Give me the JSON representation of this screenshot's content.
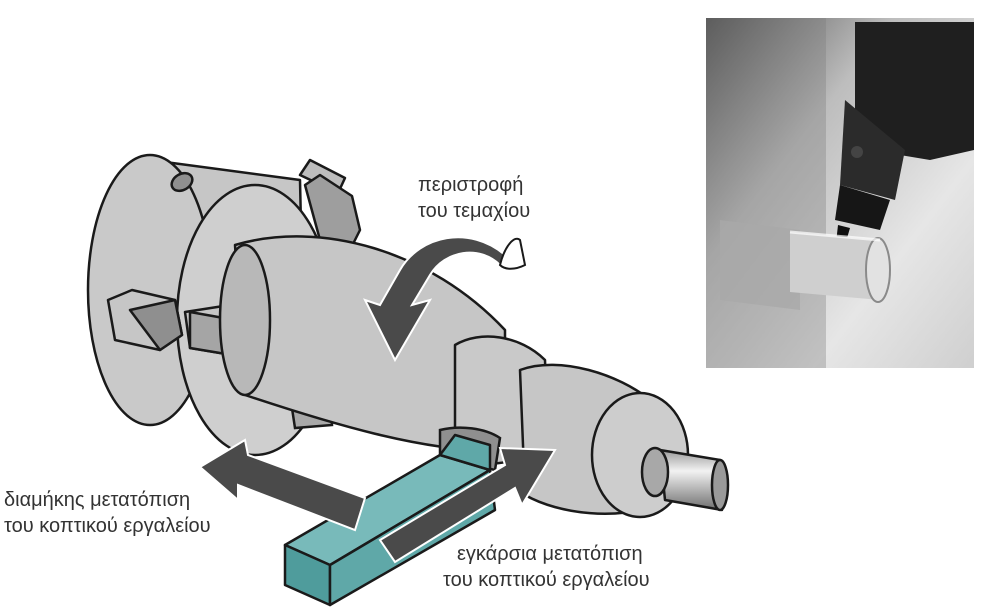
{
  "labels": {
    "rotation": [
      "περιστροφή",
      "του τεμαχίου"
    ],
    "longitudinal": [
      "διαμήκης μετατόπιση",
      "του κοπτικού εργαλείου"
    ],
    "transverse": [
      "εγκάρσια μετατόπιση",
      "του κοπτικού εργαλείου"
    ]
  },
  "colors": {
    "body_gray": "#c6c6c6",
    "dark_gray": "#8f8f8f",
    "arrow_gray": "#4a4a4a",
    "tool_teal": "#5fa8a8",
    "outline": "#1a1a1a"
  },
  "photo": {
    "description_icon": "lathe-photo"
  }
}
